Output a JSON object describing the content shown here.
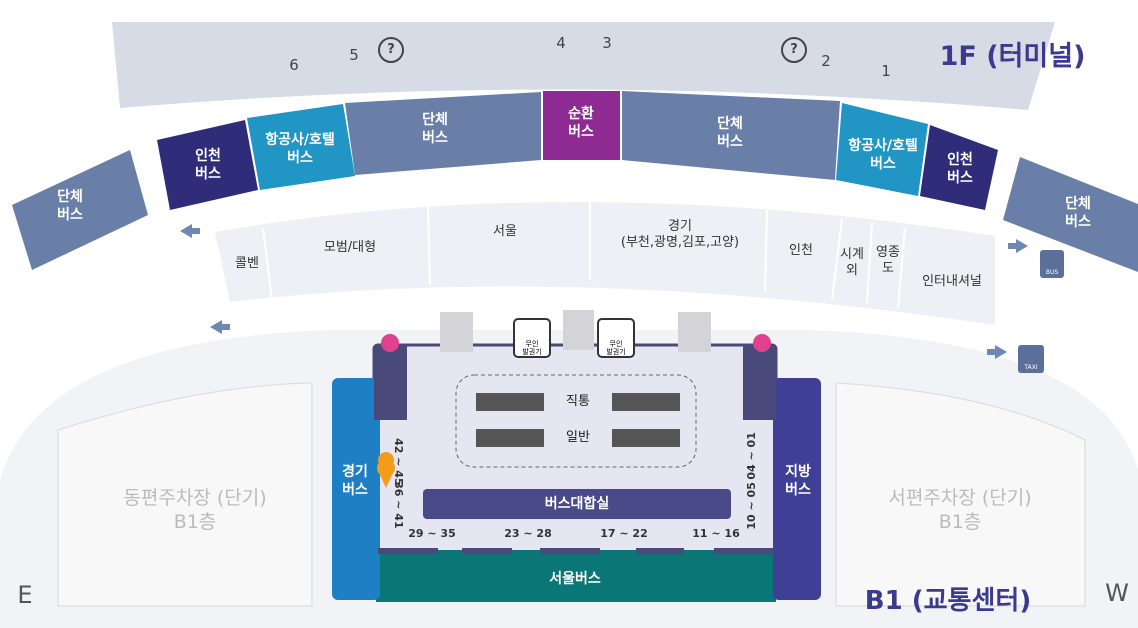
{
  "floors": {
    "upper": "1F (터미널)",
    "lower": "B1 (교통센터)"
  },
  "compass": {
    "east": "E",
    "west": "W"
  },
  "exits": [
    "6",
    "5",
    "4",
    "3",
    "2",
    "1"
  ],
  "zones_1f": {
    "group_bus_left_far": "단체\n버스",
    "incheon_bus_left": "인천\n버스",
    "airline_hotel_left": "항공사/호텔\n버스",
    "group_bus_left": "단체\n버스",
    "circulation_bus": "순환\n버스",
    "group_bus_right": "단체\n버스",
    "airline_hotel_right": "항공사/호텔\n버스",
    "incheon_bus_right": "인천\n버스",
    "group_bus_right_far": "단체\n버스"
  },
  "platform_labels": {
    "cheongna": "콜벤",
    "deluxe": "모범/대형",
    "seoul": "서울",
    "gyeonggi": "경기\n(부천,광명,김포,고양)",
    "incheon": "인천",
    "suburb": "시계\n외",
    "yeongjong": "영종\n도",
    "international": "인터내셔널"
  },
  "kiosk": {
    "label": "무인\n발권기"
  },
  "gates": {
    "direct": "직통",
    "general": "일반"
  },
  "b1": {
    "gyeonggi_bus": "경기\n버스",
    "regional_bus": "지방\n버스",
    "waiting_room": "버스대합실",
    "seoul_bus": "서울버스",
    "parking_east": "동편주차장 (단기)\nB1층",
    "parking_west": "서편주차장 (단기)\nB1층",
    "stops_left_top": "42 ~ 45",
    "stops_left_bottom": "36 ~ 41",
    "stops_right_top": "04 ~ 01",
    "stops_right_bottom": "10 ~ 05",
    "stops_bottom": [
      "29 ~ 35",
      "23 ~ 28",
      "17 ~ 22",
      "11 ~ 16"
    ]
  },
  "icons": {
    "bus": "BUS",
    "taxi": "TAXI"
  },
  "colors": {
    "slate": "#6a7fa8",
    "navy": "#2f2d7a",
    "teal": "#2196c4",
    "purple": "#8e2b92",
    "seoul_teal": "#0b7676",
    "gyeonggi_blue": "#1f7fc4",
    "regional_indigo": "#3f3f96",
    "hall": "#4a4a88"
  }
}
